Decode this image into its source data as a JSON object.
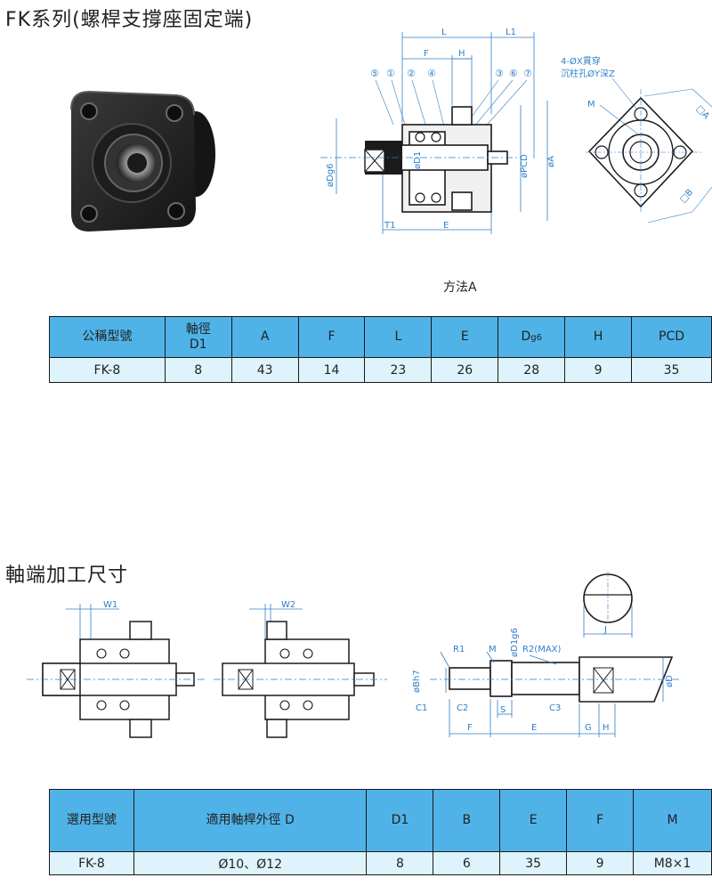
{
  "section1": {
    "title": "FK系列(螺桿支撐座固定端)",
    "method_caption": "方法A",
    "diagram_labels": {
      "L": "L",
      "L1": "L1",
      "F": "F",
      "H": "H",
      "b1": "①",
      "b2": "②",
      "b3": "③",
      "b4": "④",
      "b5": "⑤",
      "b6": "⑥",
      "b7": "⑦",
      "Dg6": "øDg6",
      "D1": "øD1",
      "PCD": "øPCD",
      "A": "øA",
      "T1": "T1",
      "E": "E",
      "hole_note_1": "4-ØX貫穿",
      "hole_note_2": "沉柱孔ØY深Z",
      "M": "M",
      "boxA": "□A",
      "boxB": "□B"
    },
    "table": {
      "headers": [
        {
          "main": "公稱型號",
          "sub": ""
        },
        {
          "main": "軸徑",
          "sub": "D1"
        },
        {
          "main": "A",
          "sub": ""
        },
        {
          "main": "F",
          "sub": ""
        },
        {
          "main": "L",
          "sub": ""
        },
        {
          "main": "E",
          "sub": ""
        },
        {
          "main": "D",
          "sub": "g6"
        },
        {
          "main": "H",
          "sub": ""
        },
        {
          "main": "PCD",
          "sub": ""
        }
      ],
      "rows": [
        [
          "FK-8",
          "8",
          "43",
          "14",
          "23",
          "26",
          "28",
          "9",
          "35"
        ]
      ]
    }
  },
  "section2": {
    "title": "軸端加工尺寸",
    "diagram_labels": {
      "W1": "W1",
      "W2": "W2",
      "R1": "R1",
      "M": "M",
      "D1g6": "øD1g6",
      "R2": "R2(MAX)",
      "Bh7": "øBh7",
      "C1": "C1",
      "C2": "C2",
      "S": "S",
      "C3": "C3",
      "F": "F",
      "E": "E",
      "G": "G",
      "H": "H",
      "J": "J",
      "D": "øD"
    },
    "table": {
      "headers": [
        "選用型號",
        "適用軸桿外徑 D",
        "D1",
        "B",
        "E",
        "F",
        "M"
      ],
      "rows": [
        [
          "FK-8",
          "Ø10、Ø12",
          "8",
          "6",
          "35",
          "9",
          "M8×1"
        ]
      ]
    }
  },
  "colors": {
    "header_blue": "#4fb3e8",
    "cell_light_blue": "#dff3fc",
    "dimension_blue": "#2f7fc9",
    "part_dark": "#1b1b1b"
  }
}
